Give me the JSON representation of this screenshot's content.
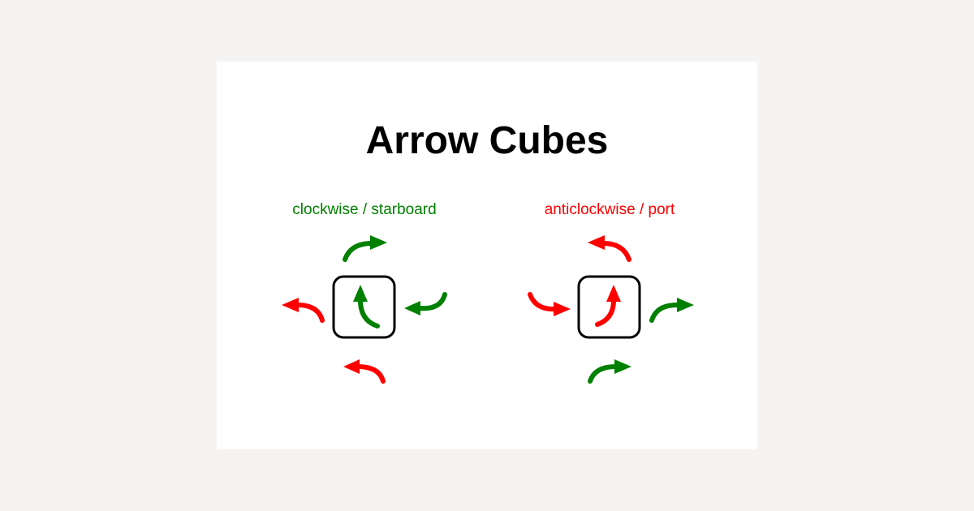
{
  "title": "Arrow Cubes",
  "left_panel": {
    "caption": "clockwise / starboard",
    "caption_color": "#008000",
    "center_arrow_color": "#008000",
    "top_arrow_color": "#008000",
    "right_arrow_color": "#008000",
    "bottom_arrow_color": "#ff0000",
    "left_arrow_color": "#ff0000"
  },
  "right_panel": {
    "caption": "anticlockwise / port",
    "caption_color": "#ff0000",
    "center_arrow_color": "#ff0000",
    "top_arrow_color": "#ff0000",
    "left_arrow_color": "#ff0000",
    "right_arrow_color": "#008000",
    "bottom_arrow_color": "#008000"
  },
  "colors": {
    "clockwise": "#008000",
    "anticlockwise": "#ff0000",
    "cube_outline": "#000000"
  }
}
